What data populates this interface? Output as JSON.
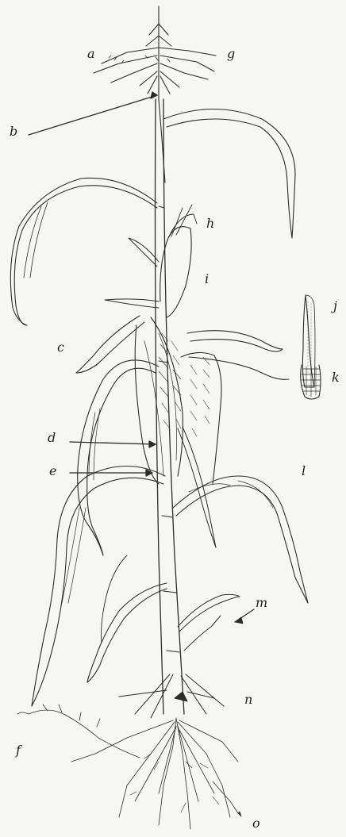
{
  "figure": {
    "labels": {
      "a": "a",
      "b": "b",
      "c": "c",
      "d": "d",
      "e": "e",
      "f": "f",
      "g": "g",
      "h": "h",
      "i": "i",
      "j": "j",
      "k": "k",
      "l": "l",
      "m": "m",
      "n": "n",
      "o": "o"
    },
    "ink": "#2b2b2b",
    "paper": "#f6f6f4"
  }
}
